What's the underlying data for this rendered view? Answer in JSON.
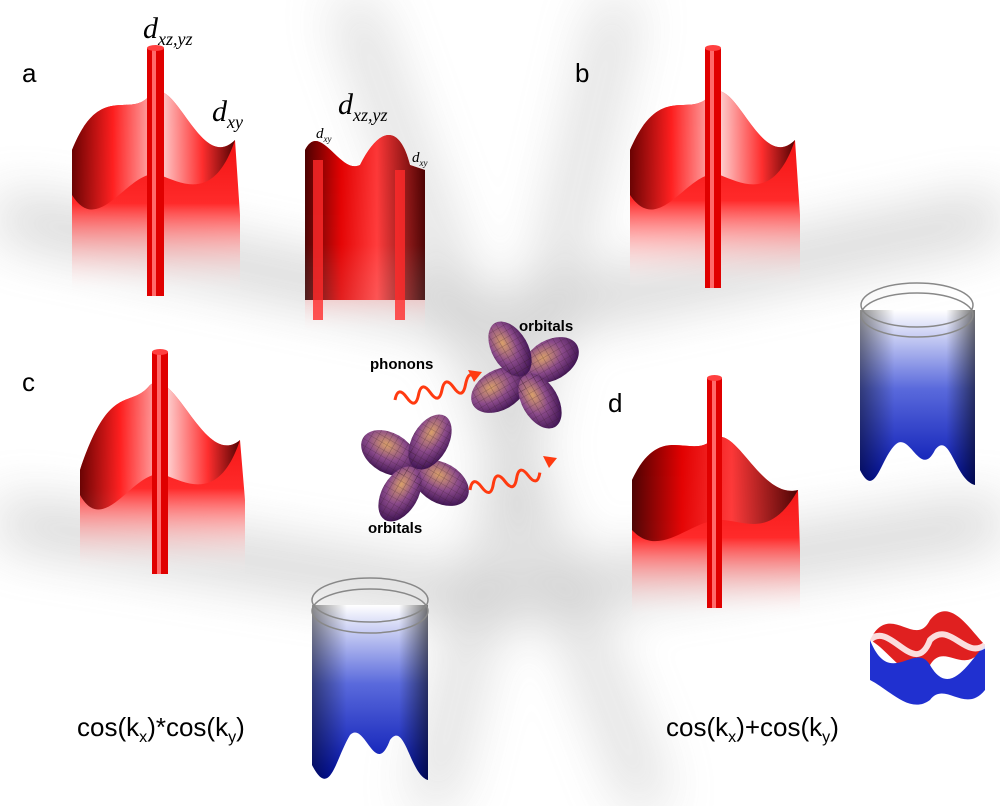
{
  "panels": {
    "a": "a",
    "b": "b",
    "c": "c",
    "d": "d"
  },
  "orbital_labels": {
    "top_d": "d",
    "top_sub": "xz,yz",
    "dxy_d": "d",
    "dxy_sub": "xy",
    "mid_d": "d",
    "mid_sub": "xz,yz",
    "left_small_d": "d",
    "left_small_sub": "xy",
    "right_small_d": "d",
    "right_small_sub": "xy"
  },
  "center": {
    "phonons": "phonons",
    "orbitals_top": "orbitals",
    "orbitals_bottom": "orbitals"
  },
  "formulas": {
    "left": {
      "a": "cos(k",
      "a_sub": "x",
      "b": ")*cos(k",
      "b_sub": "y",
      "c": ")"
    },
    "right": {
      "a": "cos(k",
      "a_sub": "x",
      "b": ")+cos(k",
      "b_sub": "y",
      "c": ")"
    }
  },
  "colors": {
    "red": "#e01010",
    "dark_red": "#4a0000",
    "blue": "#1020d0",
    "orbital": "#7a3a8a",
    "arrow": "#ff3a10"
  }
}
